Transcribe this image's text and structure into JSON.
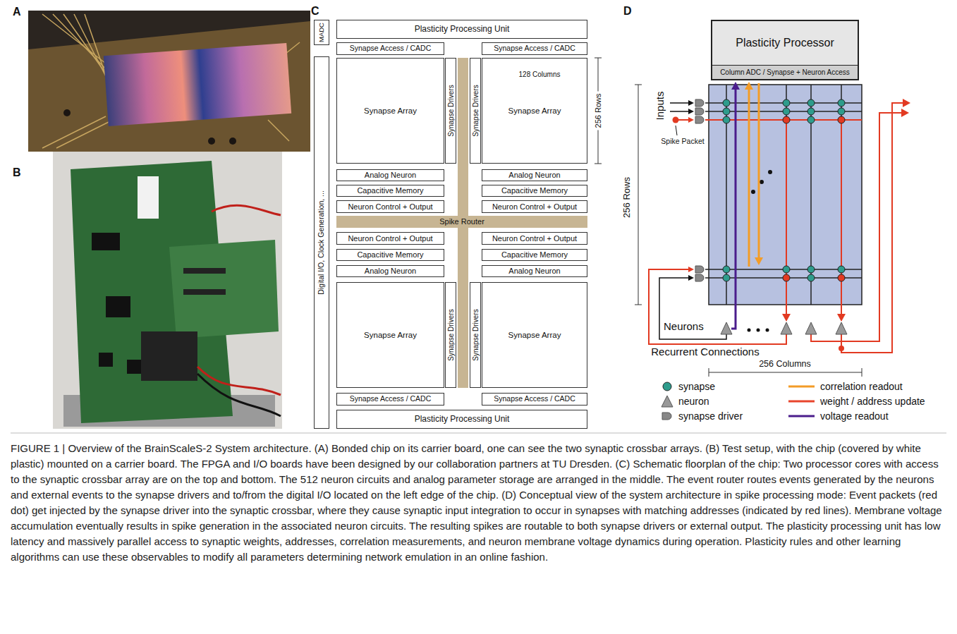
{
  "diagram": {
    "caption": "FIGURE 1 | Overview of the BrainScaleS-2 System architecture. (A) Bonded chip on its carrier board, one can see the two synaptic crossbar arrays. (B) Test setup, with the chip (covered by white plastic) mounted on a carrier board. The FPGA and I/O boards have been designed by our collaboration partners at TU Dresden. (C) Schematic floorplan of the chip: Two processor cores with access to the synaptic crossbar array are on the top and bottom. The 512 neuron circuits and analog parameter storage are arranged in the middle. The event router routes events generated by the neurons and external events to the synapse drivers and to/from the digital I/O located on the left edge of the chip. (D) Conceptual view of the system architecture in spike processing mode: Event packets (red dot) get injected by the synapse driver into the synaptic crossbar, where they cause synaptic input integration to occur in synapses with matching addresses (indicated by red lines). Membrane voltage accumulation eventually results in spike generation in the associated neuron circuits. The resulting spikes are routable to both synapse drivers or external output. The plasticity processing unit has low latency and massively parallel access to synaptic weights, addresses, correlation measurements, and neuron membrane voltage dynamics during operation. Plasticity rules and other learning algorithms can use these observables to modify all parameters determining network emulation in an online fashion.",
    "nodes": [
      {
        "text": [
          "MADC"
        ]
      },
      {
        "text": [
          "Plasticity Processing Unit"
        ]
      },
      {
        "text": [
          "Synapse Access / CADC"
        ]
      },
      {
        "text": [
          "Synapse Access / CADC"
        ]
      },
      {
        "text": [
          "Digital I/O, Clock Generation, ..."
        ]
      },
      {
        "text": [
          "Synapse Array"
        ]
      },
      {
        "text": [
          "Synapse Drivers"
        ]
      },
      {
        "text": [
          "Synapse Drivers"
        ]
      },
      {
        "text": [
          "Synapse Array"
        ]
      },
      {
        "text": [
          "Analog Neuron"
        ]
      },
      {
        "text": [
          "Analog Neuron"
        ]
      },
      {
        "text": [
          "Capacitive Memory"
        ]
      },
      {
        "text": [
          "Capacitive Memory"
        ]
      },
      {
        "text": [
          "Neuron Control + Output"
        ]
      },
      {
        "text": [
          "Neuron Control + Output"
        ]
      },
      {
        "text": [
          "Spike Router"
        ]
      },
      {
        "text": [
          "Neuron Control + Output"
        ]
      },
      {
        "text": [
          "Neuron Control + Output"
        ]
      },
      {
        "text": [
          "Capacitive Memory"
        ]
      },
      {
        "text": [
          "Capacitive Memory"
        ]
      },
      {
        "text": [
          "Analog Neuron"
        ]
      },
      {
        "text": [
          "Analog Neuron"
        ]
      },
      {
        "text": [
          "Synapse Array"
        ]
      },
      {
        "text": [
          "Synapse Drivers"
        ]
      },
      {
        "text": [
          "Synapse Drivers"
        ]
      },
      {
        "text": [
          "Synapse Array"
        ]
      },
      {
        "text": [
          "Synapse Access / CADC"
        ]
      },
      {
        "text": [
          "Synapse Access / CADC"
        ]
      },
      {
        "text": [
          "Plasticity Processing Unit"
        ]
      },
      {
        "text": [
          "Plasticity Processor"
        ]
      },
      {
        "text": [
          "Column ADC / Synapse + Neuron Access"
        ],
        "in": 29
      }
    ],
    "labels": [
      "A",
      "B",
      "C",
      "D",
      "128 Columns",
      "256 Rows",
      "Inputs",
      "Spike Packet",
      "256 Rows",
      "Neurons",
      "Recurrent Connections",
      "256 Columns"
    ],
    "legend": [
      {
        "text": "synapse"
      },
      {
        "text": "neuron"
      },
      {
        "text": "synapse driver"
      },
      {
        "text": "correlation readout"
      },
      {
        "text": "weight / address update"
      },
      {
        "text": "voltage readout"
      }
    ]
  }
}
